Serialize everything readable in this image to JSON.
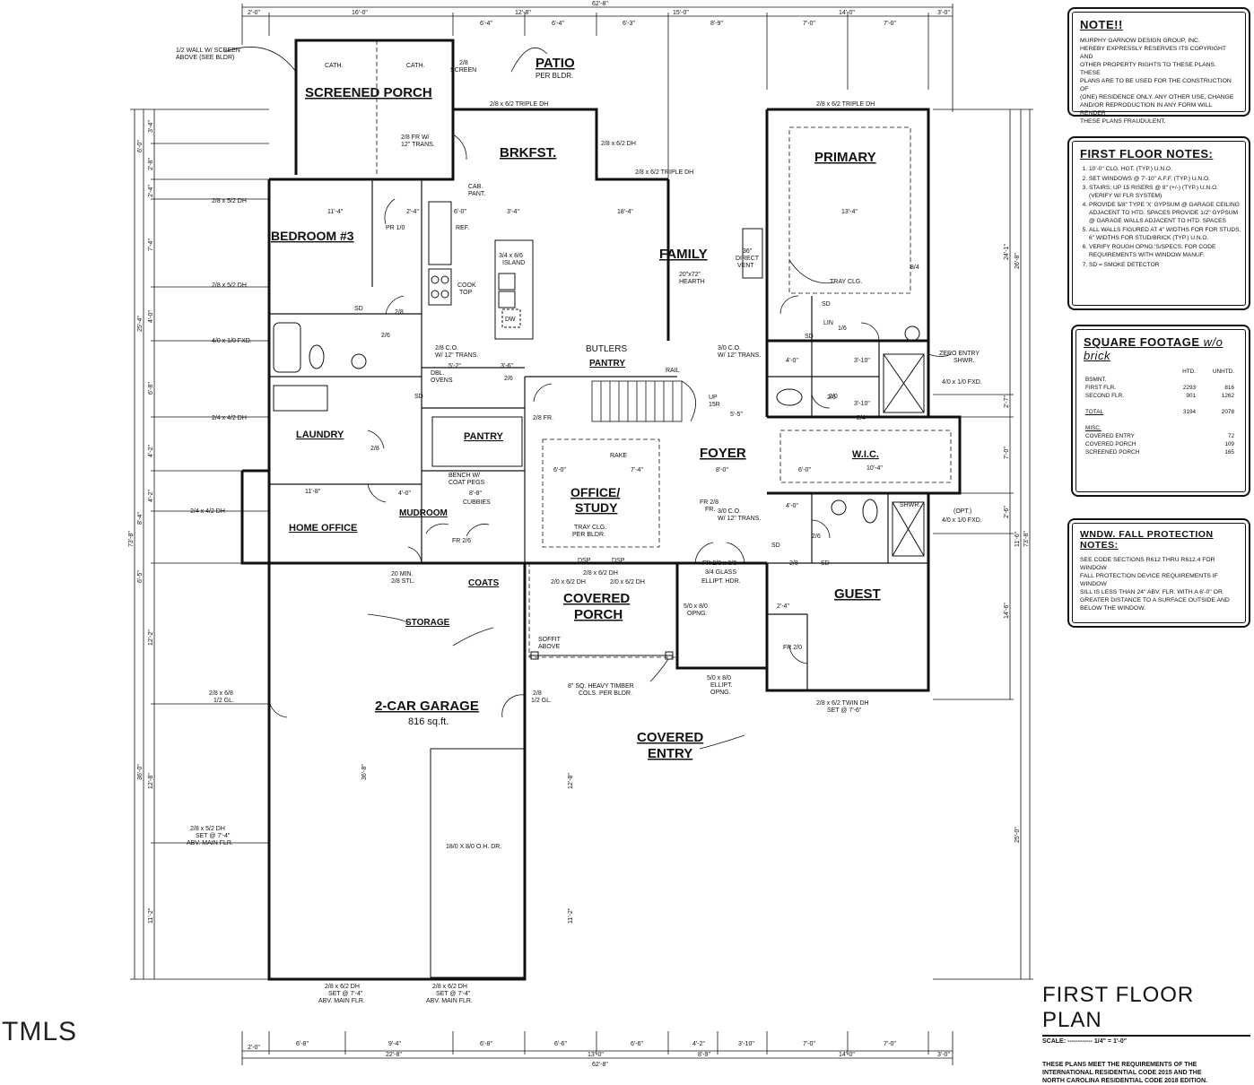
{
  "plan": {
    "rooms": {
      "screened_porch": "SCREENED PORCH",
      "patio": "PATIO",
      "patio_note": "PER BLDR.",
      "brkfst": "BRKFST.",
      "primary": "PRIMARY",
      "bedroom3": "BEDROOM #3",
      "family": "FAMILY",
      "laundry": "LAUNDRY",
      "pantry": "PANTRY",
      "butlers_pantry_1": "BUTLERS",
      "butlers_pantry_2": "PANTRY",
      "foyer": "FOYER",
      "office_1": "OFFICE/",
      "office_2": "STUDY",
      "home_office": "HOME OFFICE",
      "mudroom": "MUDROOM",
      "wic": "W.I.C.",
      "guest": "GUEST",
      "covered_porch_1": "COVERED",
      "covered_porch_2": "PORCH",
      "garage": "2-CAR GARAGE",
      "garage_area": "816 sq.ft.",
      "storage": "STORAGE",
      "coats": "COATS",
      "covered_entry_1": "COVERED",
      "covered_entry_2": "ENTRY"
    },
    "labels": {
      "half_wall_1": "1/2 WALL W/ SCREEN",
      "half_wall_2": "ABOVE (SEE BLDR)",
      "cath_1": "CATH.",
      "cath_2": "CATH.",
      "screen_1": "2/8",
      "screen_2": "SCREEN",
      "triple_dh_1": "2/8 x 6/2 TRIPLE DH",
      "triple_dh_2": "2/8 x 6/2 TRIPLE DH",
      "triple_dh_3": "2/8 x 6/2 TRIPLE DH",
      "dh_brkfst": "2/8 x 6/2 DH",
      "fr_trans_1": "2/8 FR W/",
      "fr_trans_2": "12\" TRANS.",
      "cab_pant_1": "CAB.",
      "cab_pant_2": "PANT.",
      "ref": "REF.",
      "island_1": "3/4 x 8/6",
      "island_2": "ISLAND",
      "cooktop_1": "COOK",
      "cooktop_2": "TOP",
      "dw": "DW",
      "direct_vent_1": "36\"",
      "direct_vent_2": "DIRECT",
      "direct_vent_3": "VENT",
      "hearth_1": "20\"x72\"",
      "hearth_2": "HEARTH",
      "tray_clg": "TRAY CLG.",
      "win_bed_1": "2/8 x 5/2 DH",
      "win_bed_2": "2/8 x 5/2 DH",
      "win_bath": "4/0 x 1/0 FXD.",
      "win_laundry": "2/4 x 4/2 DH",
      "win_home_office": "2/4 x 4/2 DH",
      "pr_1": "PR 1/0",
      "co_trans_1": "2/8 C.O.",
      "co_trans_2": "W/ 12\" TRANS.",
      "dbl_ovens_1": "DBL.",
      "dbl_ovens_2": "OVENS",
      "co_trans_3": "3/0 C.O.",
      "co_trans_4": "W/ 12\" TRANS.",
      "rail": "RAIL",
      "up_1": "UP",
      "up_2": "15R",
      "zero_entry_1": "ZERO ENTRY",
      "zero_entry_2": "SHWR.",
      "win_primary_bath": "4/0 x 1/0 FXD.",
      "fr_pantry": "2/8 FR.",
      "rake": "RAKE",
      "bench_1": "BENCH W/",
      "bench_2": "COAT PEGS",
      "cubbies": "CUBBIES",
      "tray_study_1": "TRAY CLG.",
      "tray_study_2": "PER BLDR.",
      "fr_foyer_1": "FR 2/8",
      "fr_foyer_2": "FR.",
      "co_trans_5": "3/0 C.O.",
      "co_trans_6": "W/ 12\" TRANS.",
      "opt_1": "(OPT.)",
      "opt_2": "4/0 x 1/0 FXD.",
      "shwr": "SHWR.",
      "fr_mud": "FR 2/6",
      "min_stl_1": "20 MIN.",
      "min_stl_2": "2/8 STL.",
      "dsp_1": "DSP",
      "dsp_2": "DSP",
      "dh_porch_1": "2/8 x 6/2 DH",
      "dh_porch_2": "2/0 x 6/2 DH",
      "dh_porch_3": "2/0 x 6/2 DH",
      "elliptical_1": "FR 2/8 x 8/0",
      "elliptical_2": "3/4 GLASS",
      "elliptical_3": "ELLIPT. HDR.",
      "opng_1": "5/0 x 8/0",
      "opng_2": "OPNG.",
      "soffit_1": "SOFFIT",
      "soffit_2": "ABOVE",
      "timber_1": "8\" SQ. HEAVY TIMBER",
      "timber_2": "COLS. PER BLDR.",
      "ellipt_opng_1": "5/0 x 8/0",
      "ellipt_opng_2": "ELLIPT.",
      "ellipt_opng_3": "OPNG.",
      "fr_guest": "FR 2/0",
      "twin_dh_1": "2/8 x 6/2 TWIN DH",
      "twin_dh_2": "SET @ 7'-6\"",
      "gl_1": "2/8 x 6/8",
      "gl_2": "1/2 GL.",
      "gl_3": "2/8",
      "gl_4": "1/2 GL.",
      "ohdr": "18/0 X 8/0 O.H. DR.",
      "garage_win_1": "2/8 x 5/2 DH",
      "garage_win_2": "SET @ 7'-4\"",
      "garage_win_3": "ABV. MAIN FLR.",
      "bot_win_1": "2/8 x 6/2 DH",
      "bot_win_2": "SET @ 7'-4\"",
      "bot_win_3": "ABV. MAIN FLR.",
      "bot_win_4": "2/8 x 6/2 DH",
      "bot_win_5": "SET @ 7'-4\"",
      "bot_win_6": "ABV. MAIN FLR.",
      "sd_1": "SD",
      "sd_2": "SD",
      "sd_3": "SD",
      "sd_4": "SD",
      "sd_5": "SD",
      "sd_6": "SD",
      "wic_door": "2/4",
      "bath_door": "2/6",
      "lin": "LIN",
      "d26": "2/6",
      "d28a": "2/8",
      "d28b": "2/8",
      "d28c": "2/8",
      "d26b": "2/6",
      "d26c": "2/6",
      "d20": "2/0",
      "d16": "1/6",
      "d84": "8/4"
    },
    "dims": {
      "top_overall": "62'-8\"",
      "top_1": "2'-0\"",
      "top_2": "16'-0\"",
      "top_3": "6'-4\"",
      "top_4": "12'-8\"",
      "top_5": "6'-4\"",
      "top_6": "6'-3\"",
      "top_7": "15'-0\"",
      "top_8": "8'-9\"",
      "top_9": "7'-0\"",
      "top_10": "14'-0\"",
      "top_11": "7'-0\"",
      "top_12": "3'-0\"",
      "bot_overall": "62'-8\"",
      "bot_1": "2'-0\"",
      "bot_2": "6'-8\"",
      "bot_3": "9'-4\"",
      "bot_4": "22'-8\"",
      "bot_5": "6'-8\"",
      "bot_6": "6'-6\"",
      "bot_7": "13'-0\"",
      "bot_8": "6'-6\"",
      "bot_9": "4'-2\"",
      "bot_10": "8'-9\"",
      "bot_11": "3'-10\"",
      "bot_12": "7'-0\"",
      "bot_13": "14'-0\"",
      "bot_14": "7'-0\"",
      "bot_15": "3'-0\"",
      "left_overall": "73'-8\"",
      "left_1": "6'-0\"",
      "left_2": "3'-4\"",
      "left_3": "2'-8\"",
      "left_4": "2'-4\"",
      "left_5": "7'-4\"",
      "left_6": "25'-4\"",
      "left_7": "4'-0\"",
      "left_8": "6'-8\"",
      "left_9": "4'-2\"",
      "left_10": "8'-4\"",
      "left_11": "4'-2\"",
      "left_12": "6'-5\"",
      "left_13": "12'-2\"",
      "left_14": "36'-0\"",
      "left_15": "12'-8\"",
      "left_16": "11'-2\"",
      "right_overall": "73'-8\"",
      "right_1": "24'-1\"",
      "right_2": "26'-8\"",
      "right_3": "2'-7\"",
      "right_4": "7'-0\"",
      "right_5": "2'-6\"",
      "right_6": "11'-6\"",
      "right_7": "14'-6\"",
      "right_8": "25'-0\"",
      "in_1": "11'-4\"",
      "in_2": "2'-4\"",
      "in_3": "6'-0\"",
      "in_4": "3'-4\"",
      "in_5": "18'-4\"",
      "in_6": "13'-4\"",
      "in_7": "5'-2\"",
      "in_8": "3'-6\"",
      "in_9": "4'-0\"",
      "in_10": "3'-10\"",
      "in_11": "3'-10\"",
      "in_12": "5'-5\"",
      "in_13": "6'-0\"",
      "in_14": "7'-4\"",
      "in_15": "8'-0\"",
      "in_16": "6'-0\"",
      "in_17": "10'-4\"",
      "in_18": "11'-8\"",
      "in_19": "4'-0\"",
      "in_20": "8'-8\"",
      "in_21": "4'-0\"",
      "in_22": "2'-4\"",
      "in_23": "36'-8\"",
      "in_24": "12'-8\"",
      "in_25": "11'-2\""
    }
  },
  "notes": {
    "note_title": "NOTE!!",
    "note_body": [
      "MURPHY GARNOW DESIGN GROUP, INC.",
      "HEREBY EXPRESSLY RESERVES ITS COPYRIGHT AND",
      "OTHER PROPERTY RIGHTS TO THESE PLANS. THESE",
      "PLANS ARE TO BE USED FOR THE CONSTRUCTION OF",
      "(ONE) RESIDENCE ONLY. ANY OTHER USE, CHANGE",
      "AND/OR REPRODUCTION IN ANY FORM WILL RENDER",
      "THESE PLANS FRAUDULENT."
    ],
    "first_floor_title": "FIRST FLOOR NOTES:",
    "first_floor_items": [
      "10'-0\" CLG. HGT. (TYP.) U.N.O.",
      "SET WINDOWS @ 7'-10\" A.F.F. (TYP.) U.N.O.",
      "STAIRS: UP 15 RISERS @ 8\" (+/-) (TYP.) U.N.O. (VERIFY W/ FLR SYSTEM)",
      "PROVIDE 5/8\" TYPE 'X' GYPSUM @ GARAGE CEILING ADJACENT TO HTD. SPACES PROVIDE 1/2\" GYPSUM @ GARAGE WALLS ADJACENT TO HTD. SPACES",
      "ALL WALLS FIGURED AT 4\" WIDTHS FOR FOR STUDS, 6\" WIDTHS FOR STUD/BRICK (TYP.) U.N.O.",
      "VERIFY ROUGH OPNG.'S/SPECS. FOR CODE REQUIREMENTS WITH WINDOW MANUF.",
      "SD = SMOKE DETECTOR"
    ],
    "sqft_title": "SQUARE FOOTAGE",
    "sqft_title_suffix": "w/o brick",
    "sqft_col_htd": "HTD.",
    "sqft_col_unhtd": "UNHTD.",
    "sqft_rows": [
      {
        "label": "BSMNT.",
        "htd": "",
        "unhtd": ""
      },
      {
        "label": "FIRST FLR.",
        "htd": "2293",
        "unhtd": "816"
      },
      {
        "label": "SECOND FLR.",
        "htd": "901",
        "unhtd": "1262"
      }
    ],
    "sqft_total_label": "TOTAL",
    "sqft_total_htd": "3194",
    "sqft_total_unhtd": "2078",
    "sqft_misc_label": "MISC.",
    "sqft_misc_rows": [
      {
        "label": "COVERED ENTRY",
        "val": "72"
      },
      {
        "label": "COVERED PORCH",
        "val": "109"
      },
      {
        "label": "SCREENED PORCH",
        "val": "165"
      }
    ],
    "fall_title": "WNDW. FALL PROTECTION NOTES:",
    "fall_body": [
      "SEE CODE SECTIONS R612 THRU R612.4 FOR WINDOW",
      "FALL PROTECTION DEVICE REQUIREMENTS IF WINDOW",
      "SILL IS LESS THAN 24\" ABV. FLR. WITH A 6'-0\" OR",
      "GREATER DISTANCE TO A SURFACE OUTSIDE AND",
      "BELOW THE WINDOW."
    ]
  },
  "titleblock": {
    "title": "FIRST FLOOR PLAN",
    "scale": "SCALE: ------------ 1/4\" = 1'-0\"",
    "code_1": "THESE PLANS MEET THE REQUIREMENTS OF THE",
    "code_2": "INTERNATIONAL RESIDENTIAL CODE 2015 AND THE",
    "code_3": "NORTH CAROLINA RESIDENTIAL CODE 2018 EDITION."
  },
  "watermark": "TMLS"
}
